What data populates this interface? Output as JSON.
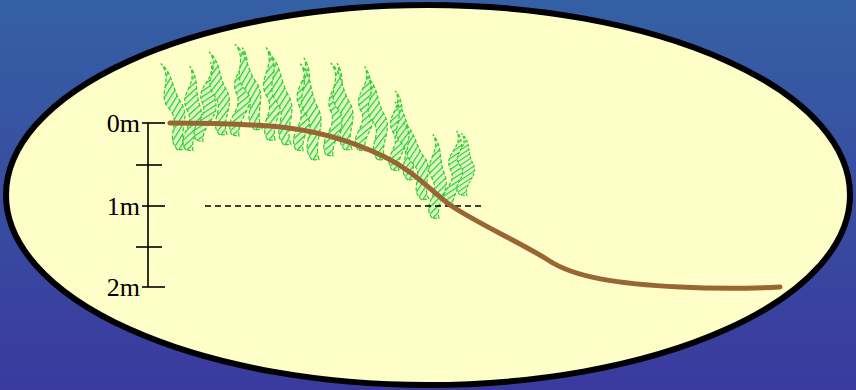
{
  "diagram": {
    "labels": [
      "0m",
      "1m",
      "2m"
    ]
  }
}
